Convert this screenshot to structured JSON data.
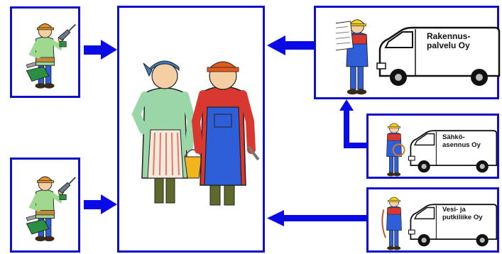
{
  "colors": {
    "border": "#1010c8",
    "arrow": "#0a0ae6",
    "skin": "#f3cfa3",
    "helmet_yellow": "#f6d21e",
    "helmet_orange": "#e8902a",
    "overalls_blue": "#2f5fd8",
    "shirt_green": "#9fd88f",
    "dress_green": "#9bd6a8",
    "shirt_red_stripe": "#d8382f",
    "boot_green": "#5d6a2c"
  },
  "icons": {
    "worker_drill": "worker-with-drill-icon",
    "couple": "clients-couple-icon",
    "van": "van-icon",
    "electrician": "electrician-icon",
    "plumber": "plumber-icon"
  },
  "vans": {
    "construction": {
      "line1": "Rakennus-",
      "line2": "palvelu Oy"
    },
    "electrical": {
      "line1": "Sähkö-",
      "line2": "asennus Oy"
    },
    "plumbing": {
      "line1": "Vesi- ja",
      "line2": "putkiliike Oy"
    }
  }
}
